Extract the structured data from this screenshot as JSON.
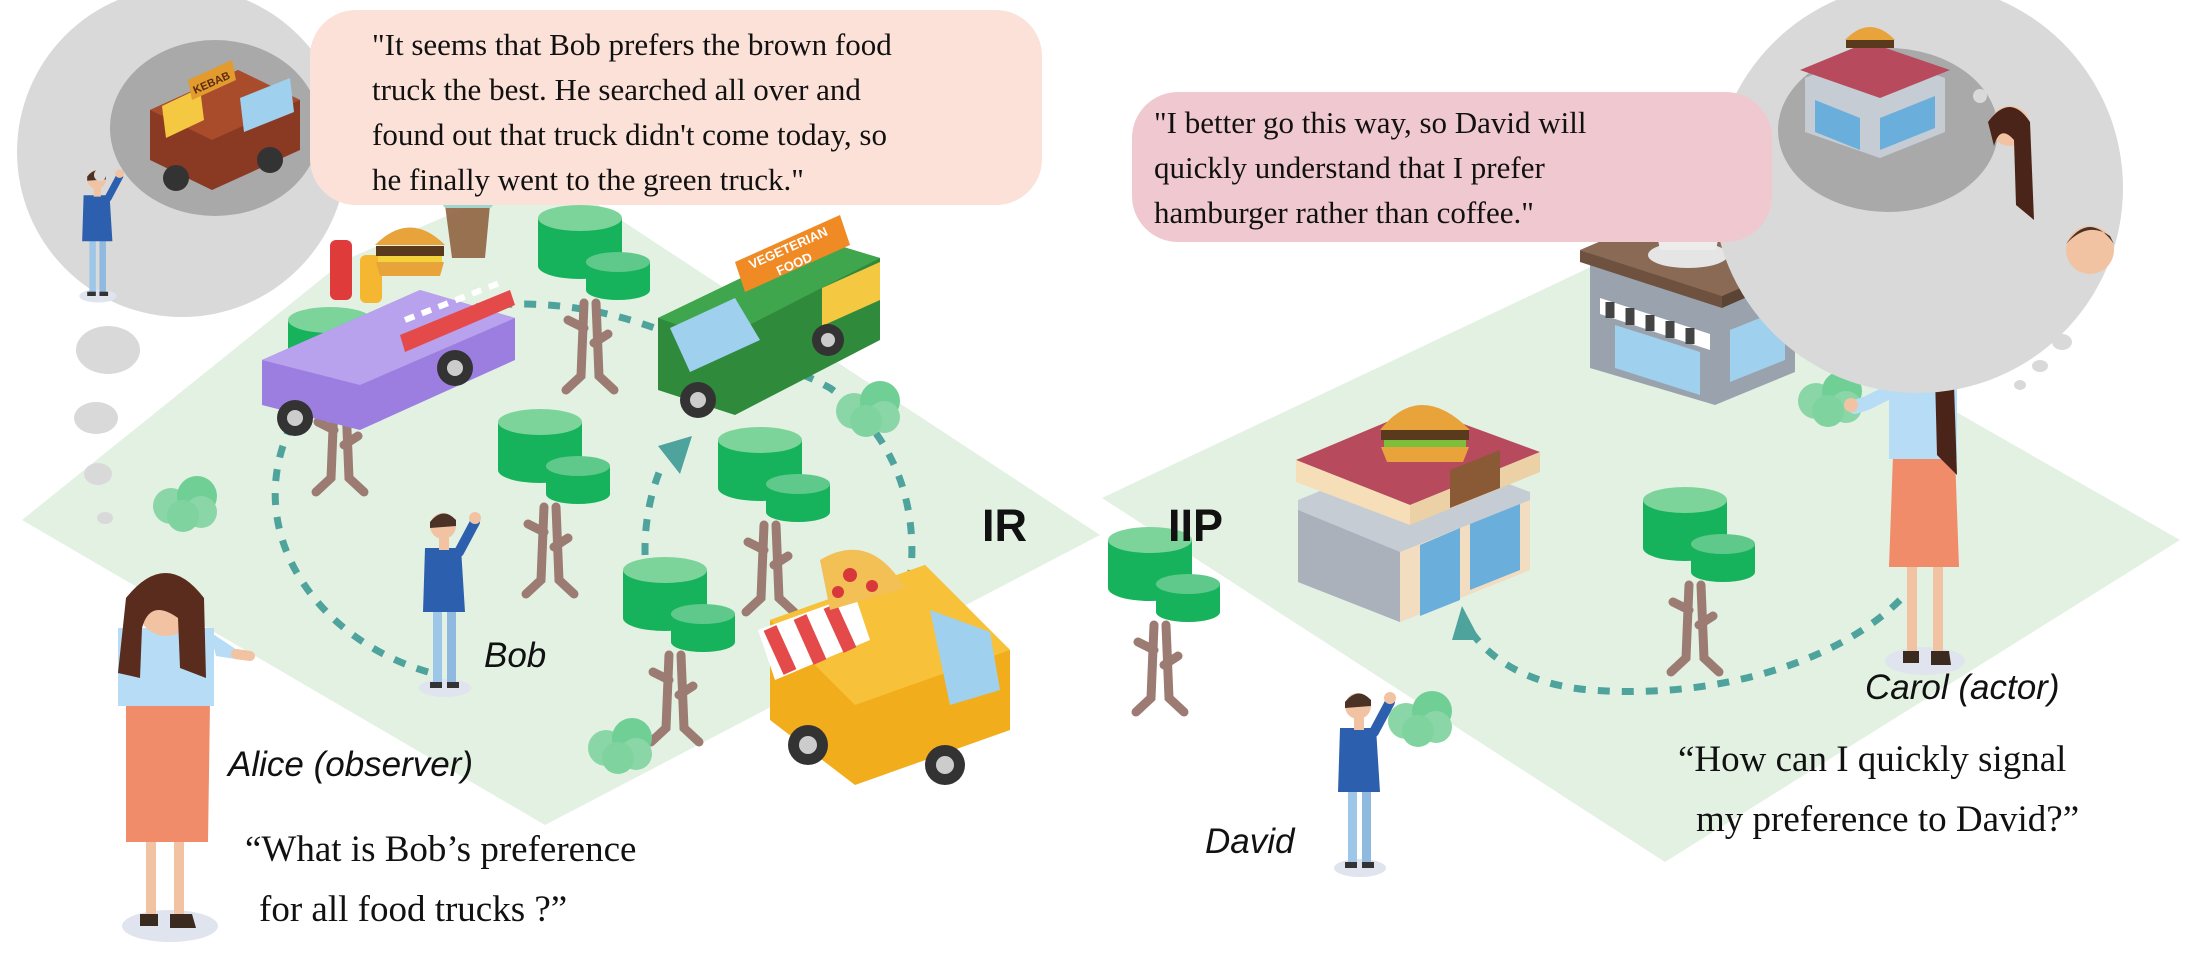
{
  "bubbles": {
    "alice_thought": [
      "\"It seems that Bob prefers the brown food",
      "truck the best. He searched all over and",
      "found out that truck didn't come today, so",
      "he finally went to the green truck.\""
    ],
    "carol_thought": [
      "\"I better go this way, so David will",
      "quickly understand that I prefer",
      "hamburger rather than coffee.\""
    ]
  },
  "labels": {
    "bob": "Bob",
    "alice": "Alice (observer)",
    "david": "David",
    "carol": "Carol (actor)",
    "ir": "IR",
    "iip": "IIP"
  },
  "quotes": {
    "alice": [
      "“What is Bob’s preference",
      "for all food trucks ?”"
    ],
    "carol": [
      "“How can I quickly signal",
      "my preference to David?”"
    ]
  },
  "signs": {
    "vegetarian": [
      "VEGETERIAN",
      "FOOD"
    ],
    "kebab": "KEBAB"
  },
  "colors": {
    "ground": "#e3f1e3",
    "tree_light": "#7dd49a",
    "tree_dark": "#16b35c",
    "trunk": "#9b7b72",
    "path": "#4fa39d",
    "thought_gray": "#d9d9d9",
    "bubble_alice": "#fbe1d8",
    "bubble_carol": "#efc9cf"
  }
}
